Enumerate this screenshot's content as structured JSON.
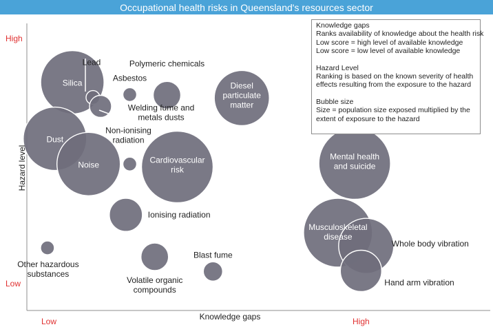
{
  "title": "Occupational health risks in Queensland's resources sector",
  "colors": {
    "title_bg": "#4aa3d8",
    "bubble_fill": "#6f6e7c",
    "bubble_stroke": "#ffffff",
    "axis": "#8c8c8c",
    "axis_extreme_label": "#e03030",
    "label_text": "#222222"
  },
  "legend": {
    "kg_title": "Knowledge gaps",
    "kg_line1": "Ranks availability of knowledge about the health risk",
    "kg_line2": "Low score = high level of available knowledge",
    "kg_line3": "Low score = low level of available knowledge",
    "hz_title": "Hazard Level",
    "hz_line1": "Ranking is based on the known severity of health",
    "hz_line2": "effects resulting from the exposure to the hazard",
    "bs_title": "Bubble size",
    "bs_line1": "Size = population size exposed multiplied by the",
    "bs_line2": "extent of exposure to the hazard"
  },
  "chart_data": {
    "type": "bubble",
    "title": "Occupational health risks in Queensland's resources sector",
    "xlabel": "Knowledge gaps",
    "ylabel": "Hazard level",
    "x_ticks": [
      "Low",
      "High"
    ],
    "y_ticks": [
      "Low",
      "High"
    ],
    "xlim": [
      0,
      100
    ],
    "ylim": [
      0,
      100
    ],
    "grid": false,
    "legend_position": "top-right",
    "points": [
      {
        "label": "Silica",
        "x": 11.5,
        "y": 79.5,
        "size": 46,
        "label_pos": "inside"
      },
      {
        "label": "Lead",
        "x": 16.7,
        "y": 74.2,
        "size": 10,
        "label_pos": "callout"
      },
      {
        "label": "Welding fume and metals dusts",
        "x": 18.6,
        "y": 71.1,
        "size": 16,
        "label_pos": "callout"
      },
      {
        "label": "Asbestos",
        "x": 26.0,
        "y": 75.2,
        "size": 10,
        "label_pos": "above"
      },
      {
        "label": "Polymeric chemicals",
        "x": 35.4,
        "y": 75.0,
        "size": 20,
        "label_pos": "above"
      },
      {
        "label": "Diesel particulate matter",
        "x": 54.3,
        "y": 74.0,
        "size": 40,
        "label_pos": "inside"
      },
      {
        "label": "Dust",
        "x": 7.1,
        "y": 59.8,
        "size": 46,
        "label_pos": "inside"
      },
      {
        "label": "Noise",
        "x": 15.6,
        "y": 51.0,
        "size": 46,
        "label_pos": "inside"
      },
      {
        "label": "Non-ionising radiation",
        "x": 26.0,
        "y": 51.0,
        "size": 10,
        "label_pos": "above"
      },
      {
        "label": "Cardiovascular risk",
        "x": 38.0,
        "y": 50.0,
        "size": 52,
        "label_pos": "inside"
      },
      {
        "label": "Mental health and suicide",
        "x": 82.8,
        "y": 51.2,
        "size": 52,
        "label_pos": "inside"
      },
      {
        "label": "Ionising radiation",
        "x": 25.0,
        "y": 33.3,
        "size": 24,
        "label_pos": "right"
      },
      {
        "label": "Musculoskeletal disease",
        "x": 78.6,
        "y": 27.1,
        "size": 50,
        "label_pos": "inside"
      },
      {
        "label": "Whole body vibration",
        "x": 85.7,
        "y": 22.5,
        "size": 40,
        "label_pos": "right"
      },
      {
        "label": "Hand arm vibration",
        "x": 84.4,
        "y": 13.8,
        "size": 30,
        "label_pos": "right"
      },
      {
        "label": "Other hazardous substances",
        "x": 5.2,
        "y": 21.8,
        "size": 10,
        "label_pos": "below"
      },
      {
        "label": "Volatile organic compounds",
        "x": 32.3,
        "y": 18.7,
        "size": 20,
        "label_pos": "below"
      },
      {
        "label": "Blast fume",
        "x": 47.0,
        "y": 13.6,
        "size": 14,
        "label_pos": "above"
      }
    ]
  }
}
